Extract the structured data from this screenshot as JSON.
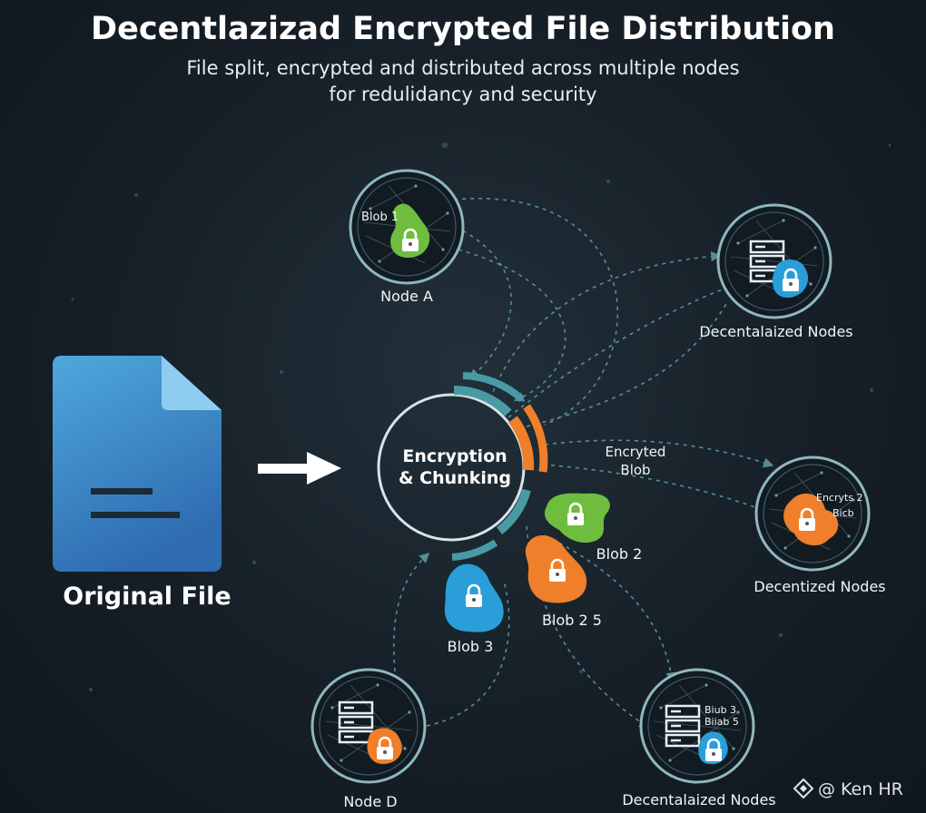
{
  "header": {
    "title": "Decentlazizad Encrypted File Distribution",
    "subtitle_line1": "File split, encrypted and distributed across multiple nodes",
    "subtitle_line2": "for redulidancy and security"
  },
  "source": {
    "label": "Original File"
  },
  "hub": {
    "line1": "Encryption",
    "line2": "& Chunking"
  },
  "nodes": {
    "node_a": {
      "label": "Node A",
      "blob_label": "Blob 1"
    },
    "top_right": {
      "label": "Decentalaized Nodes"
    },
    "mid_right": {
      "label": "Decentized Nodes",
      "blob_line1": "Encryts 2",
      "blob_line2": "Bicb"
    },
    "bottom_right": {
      "label": "Decentalaized Nodes",
      "blob_line1": "Biub 3",
      "blob_line2": "Biiab 5"
    },
    "node_d": {
      "label": "Node D"
    }
  },
  "labels": {
    "encrypted_line1": "Encryted",
    "encrypted_line2": "Blob",
    "blob2": "Blob 2",
    "blob25": "Blob 2 5",
    "blob3": "Blob 3"
  },
  "watermark": {
    "text": "@ Ken HR"
  },
  "colors": {
    "green": "#6fbd3f",
    "orange": "#ef7f2a",
    "blue": "#2a9ed8",
    "teal": "#5fa3a6",
    "file_top": "#4ea6dc",
    "file_bottom": "#2f6fb2"
  },
  "icons": [
    "file-icon",
    "arrow-right-icon",
    "lock-icon",
    "server-icon",
    "network-mesh-icon",
    "diamond-logo-icon"
  ]
}
